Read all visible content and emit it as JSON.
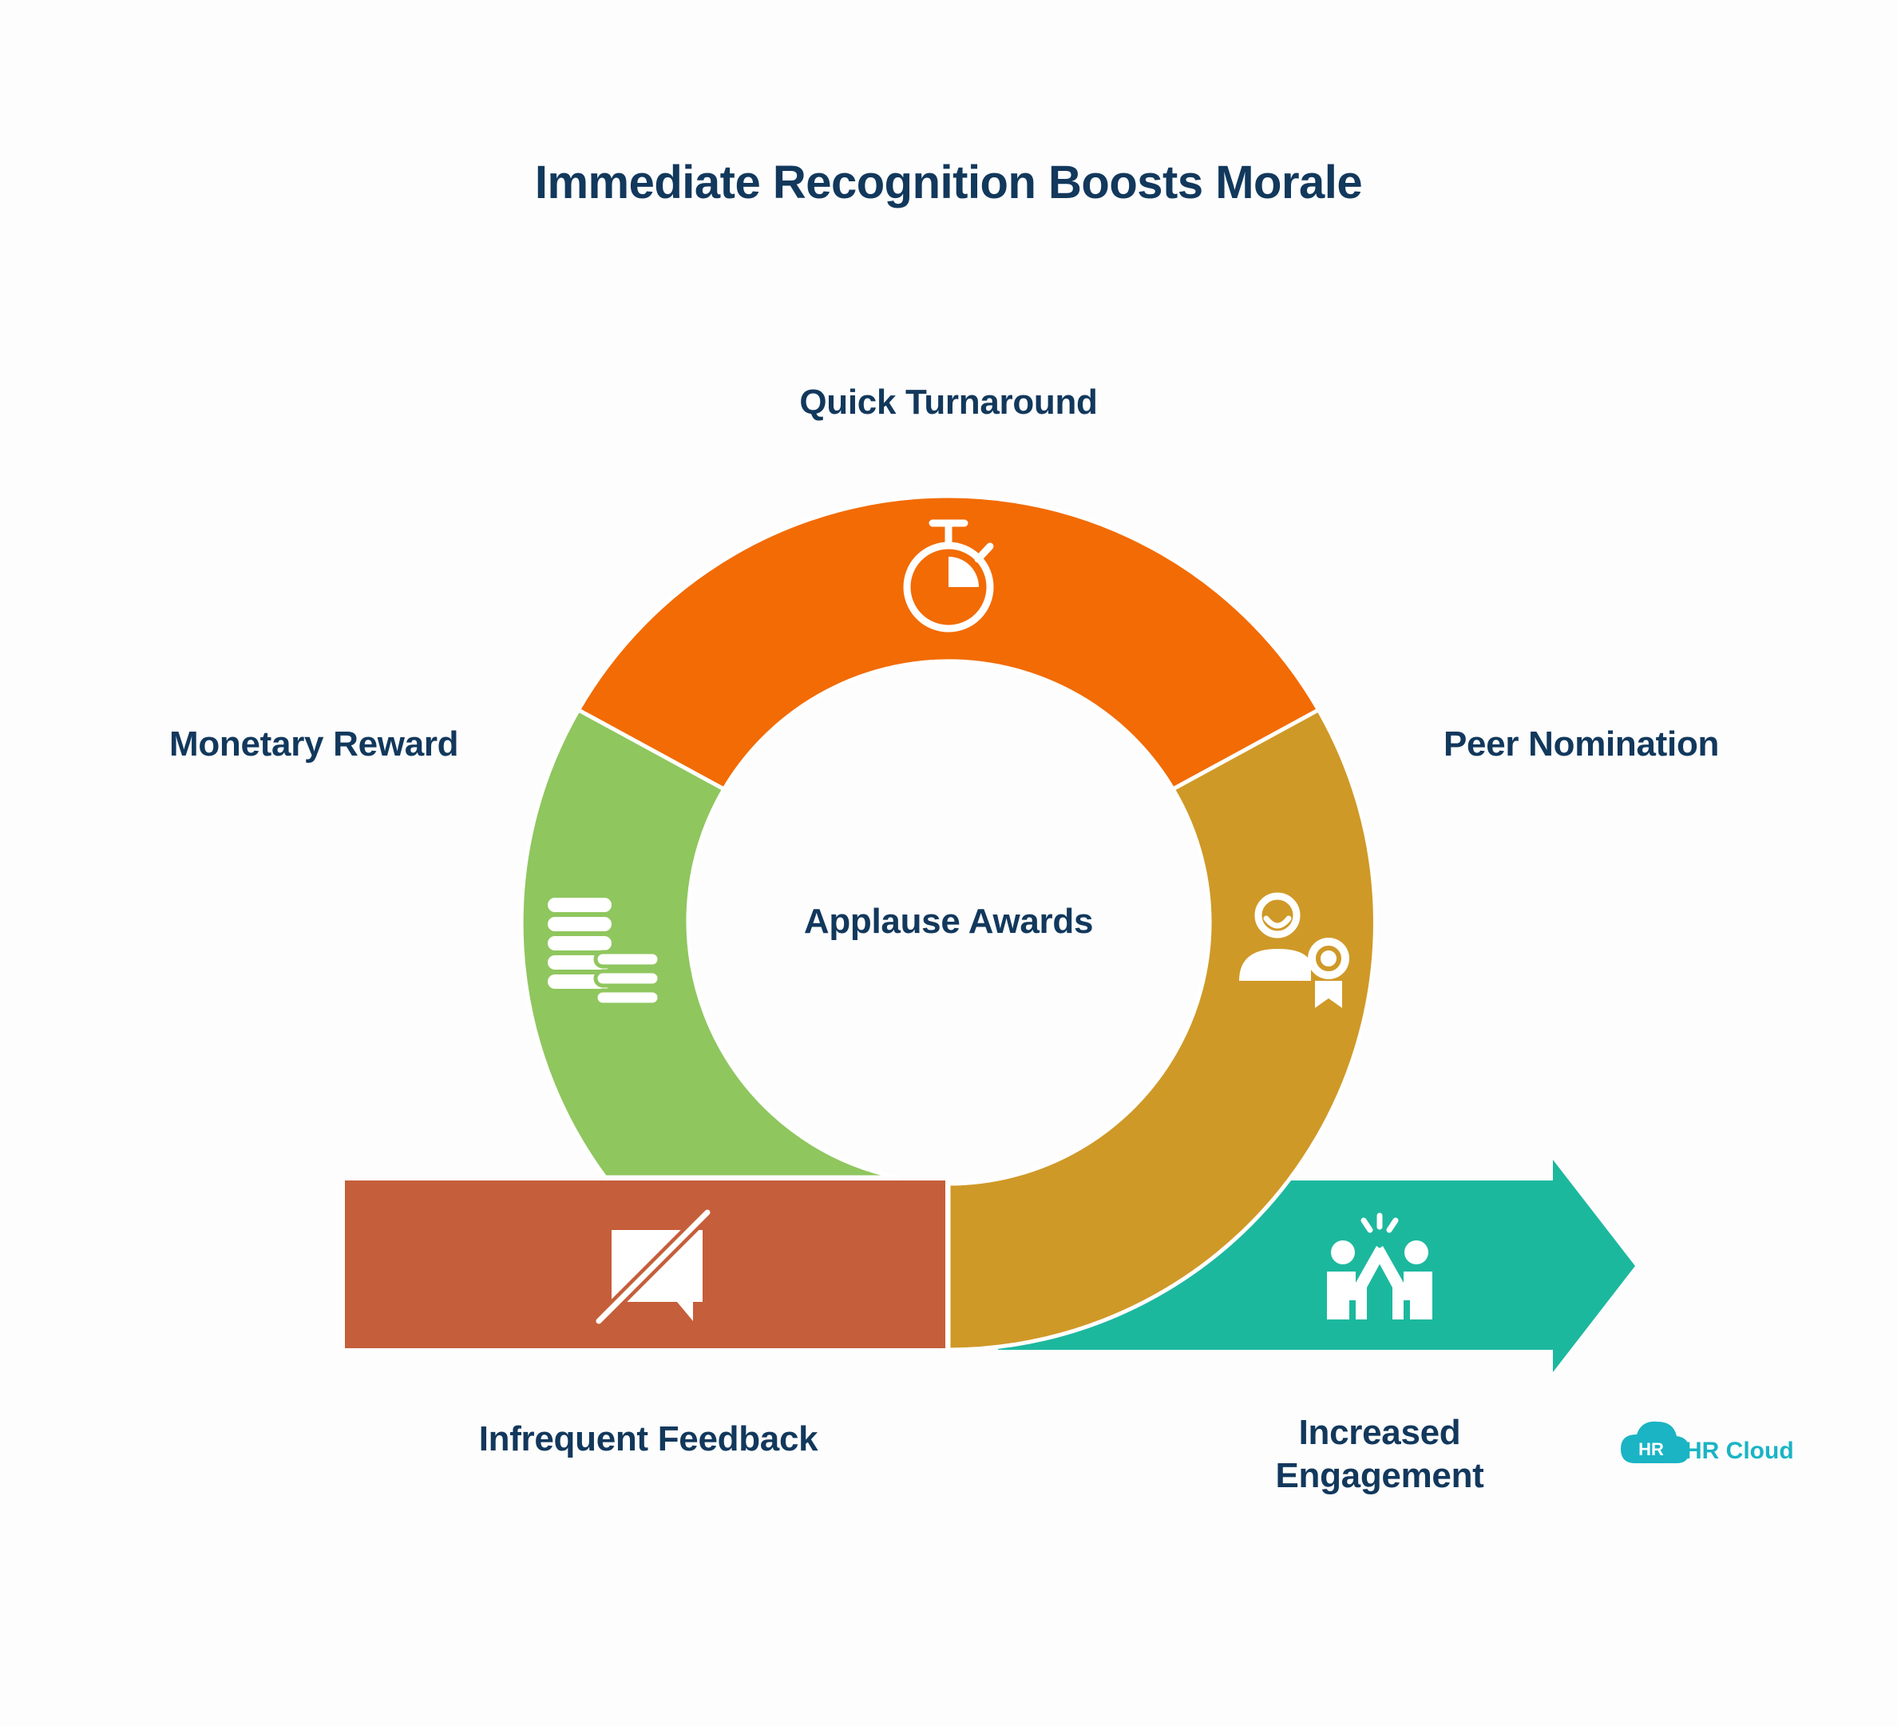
{
  "title": "Immediate Recognition Boosts Morale",
  "center_label": "Applause Awards",
  "segments": [
    {
      "id": "quick-turnaround",
      "label": "Quick Turnaround",
      "color": "#f26b04",
      "icon": "stopwatch-icon"
    },
    {
      "id": "monetary-reward",
      "label": "Monetary Reward",
      "color": "#8fc65e",
      "icon": "coins-icon"
    },
    {
      "id": "peer-nomination",
      "label": "Peer Nomination",
      "color": "#cf9927",
      "icon": "person-award-icon"
    }
  ],
  "start_bar": {
    "label": "Infrequent Feedback",
    "color": "#c55e3a",
    "icon": "muted-chat-icon"
  },
  "end_arrow": {
    "label_line1": "Increased",
    "label_line2": "Engagement",
    "color": "#1cb89e",
    "icon": "high-five-icon"
  },
  "logo": {
    "badge": "HR",
    "name": "HR Cloud",
    "color": "#1ab4c4"
  },
  "text_color": "#12385c"
}
